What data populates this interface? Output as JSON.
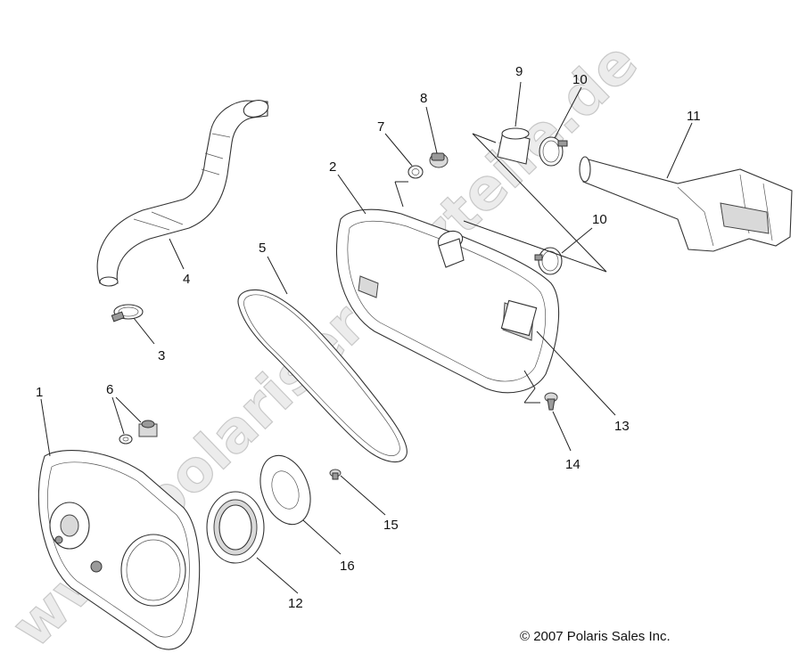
{
  "watermark": "www.polarisersatzteile.de",
  "copyright": "© 2007 Polaris Sales Inc.",
  "callouts": {
    "c1": "1",
    "c2": "2",
    "c3": "3",
    "c4": "4",
    "c5": "5",
    "c6": "6",
    "c7": "7",
    "c8": "8",
    "c9": "9",
    "c10a": "10",
    "c10b": "10",
    "c11": "11",
    "c12": "12",
    "c13": "13",
    "c14": "14",
    "c15": "15",
    "c16": "16"
  }
}
